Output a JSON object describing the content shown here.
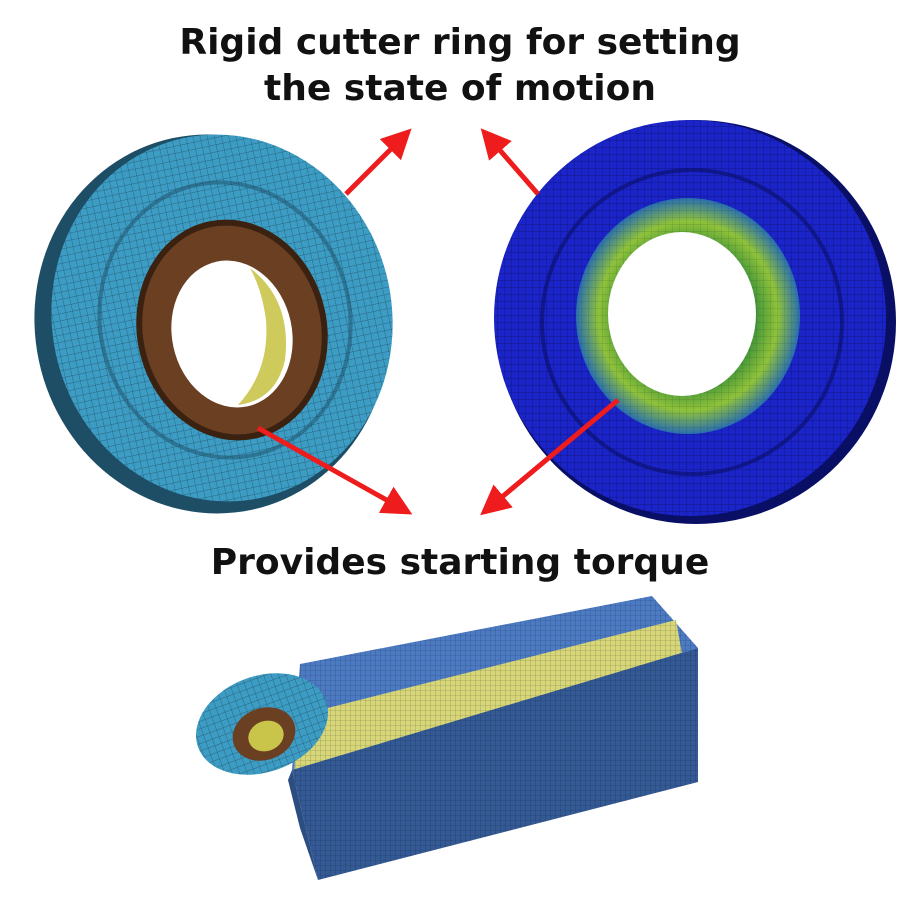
{
  "labels": {
    "rigid_line1": "Rigid cutter ring for setting",
    "rigid_line2": "the state of motion",
    "torque": "Provides starting torque"
  },
  "colors": {
    "left_disc": "#3d9cc4",
    "left_disc_edge": "#1d4e66",
    "left_hub": "#6b3f22",
    "left_bore": "#c9c44a",
    "right_disc": "#1a24c8",
    "right_disc_edge": "#0a0f66",
    "right_hub": "#2f8a3a",
    "right_hub_hot": "#b7c83a",
    "arrow": "#ee1c1c",
    "block_blue": "#4c7bc4",
    "block_blue_dark": "#345a96",
    "block_yellow": "#d7d77a",
    "mesh": "#1b2a3d"
  }
}
